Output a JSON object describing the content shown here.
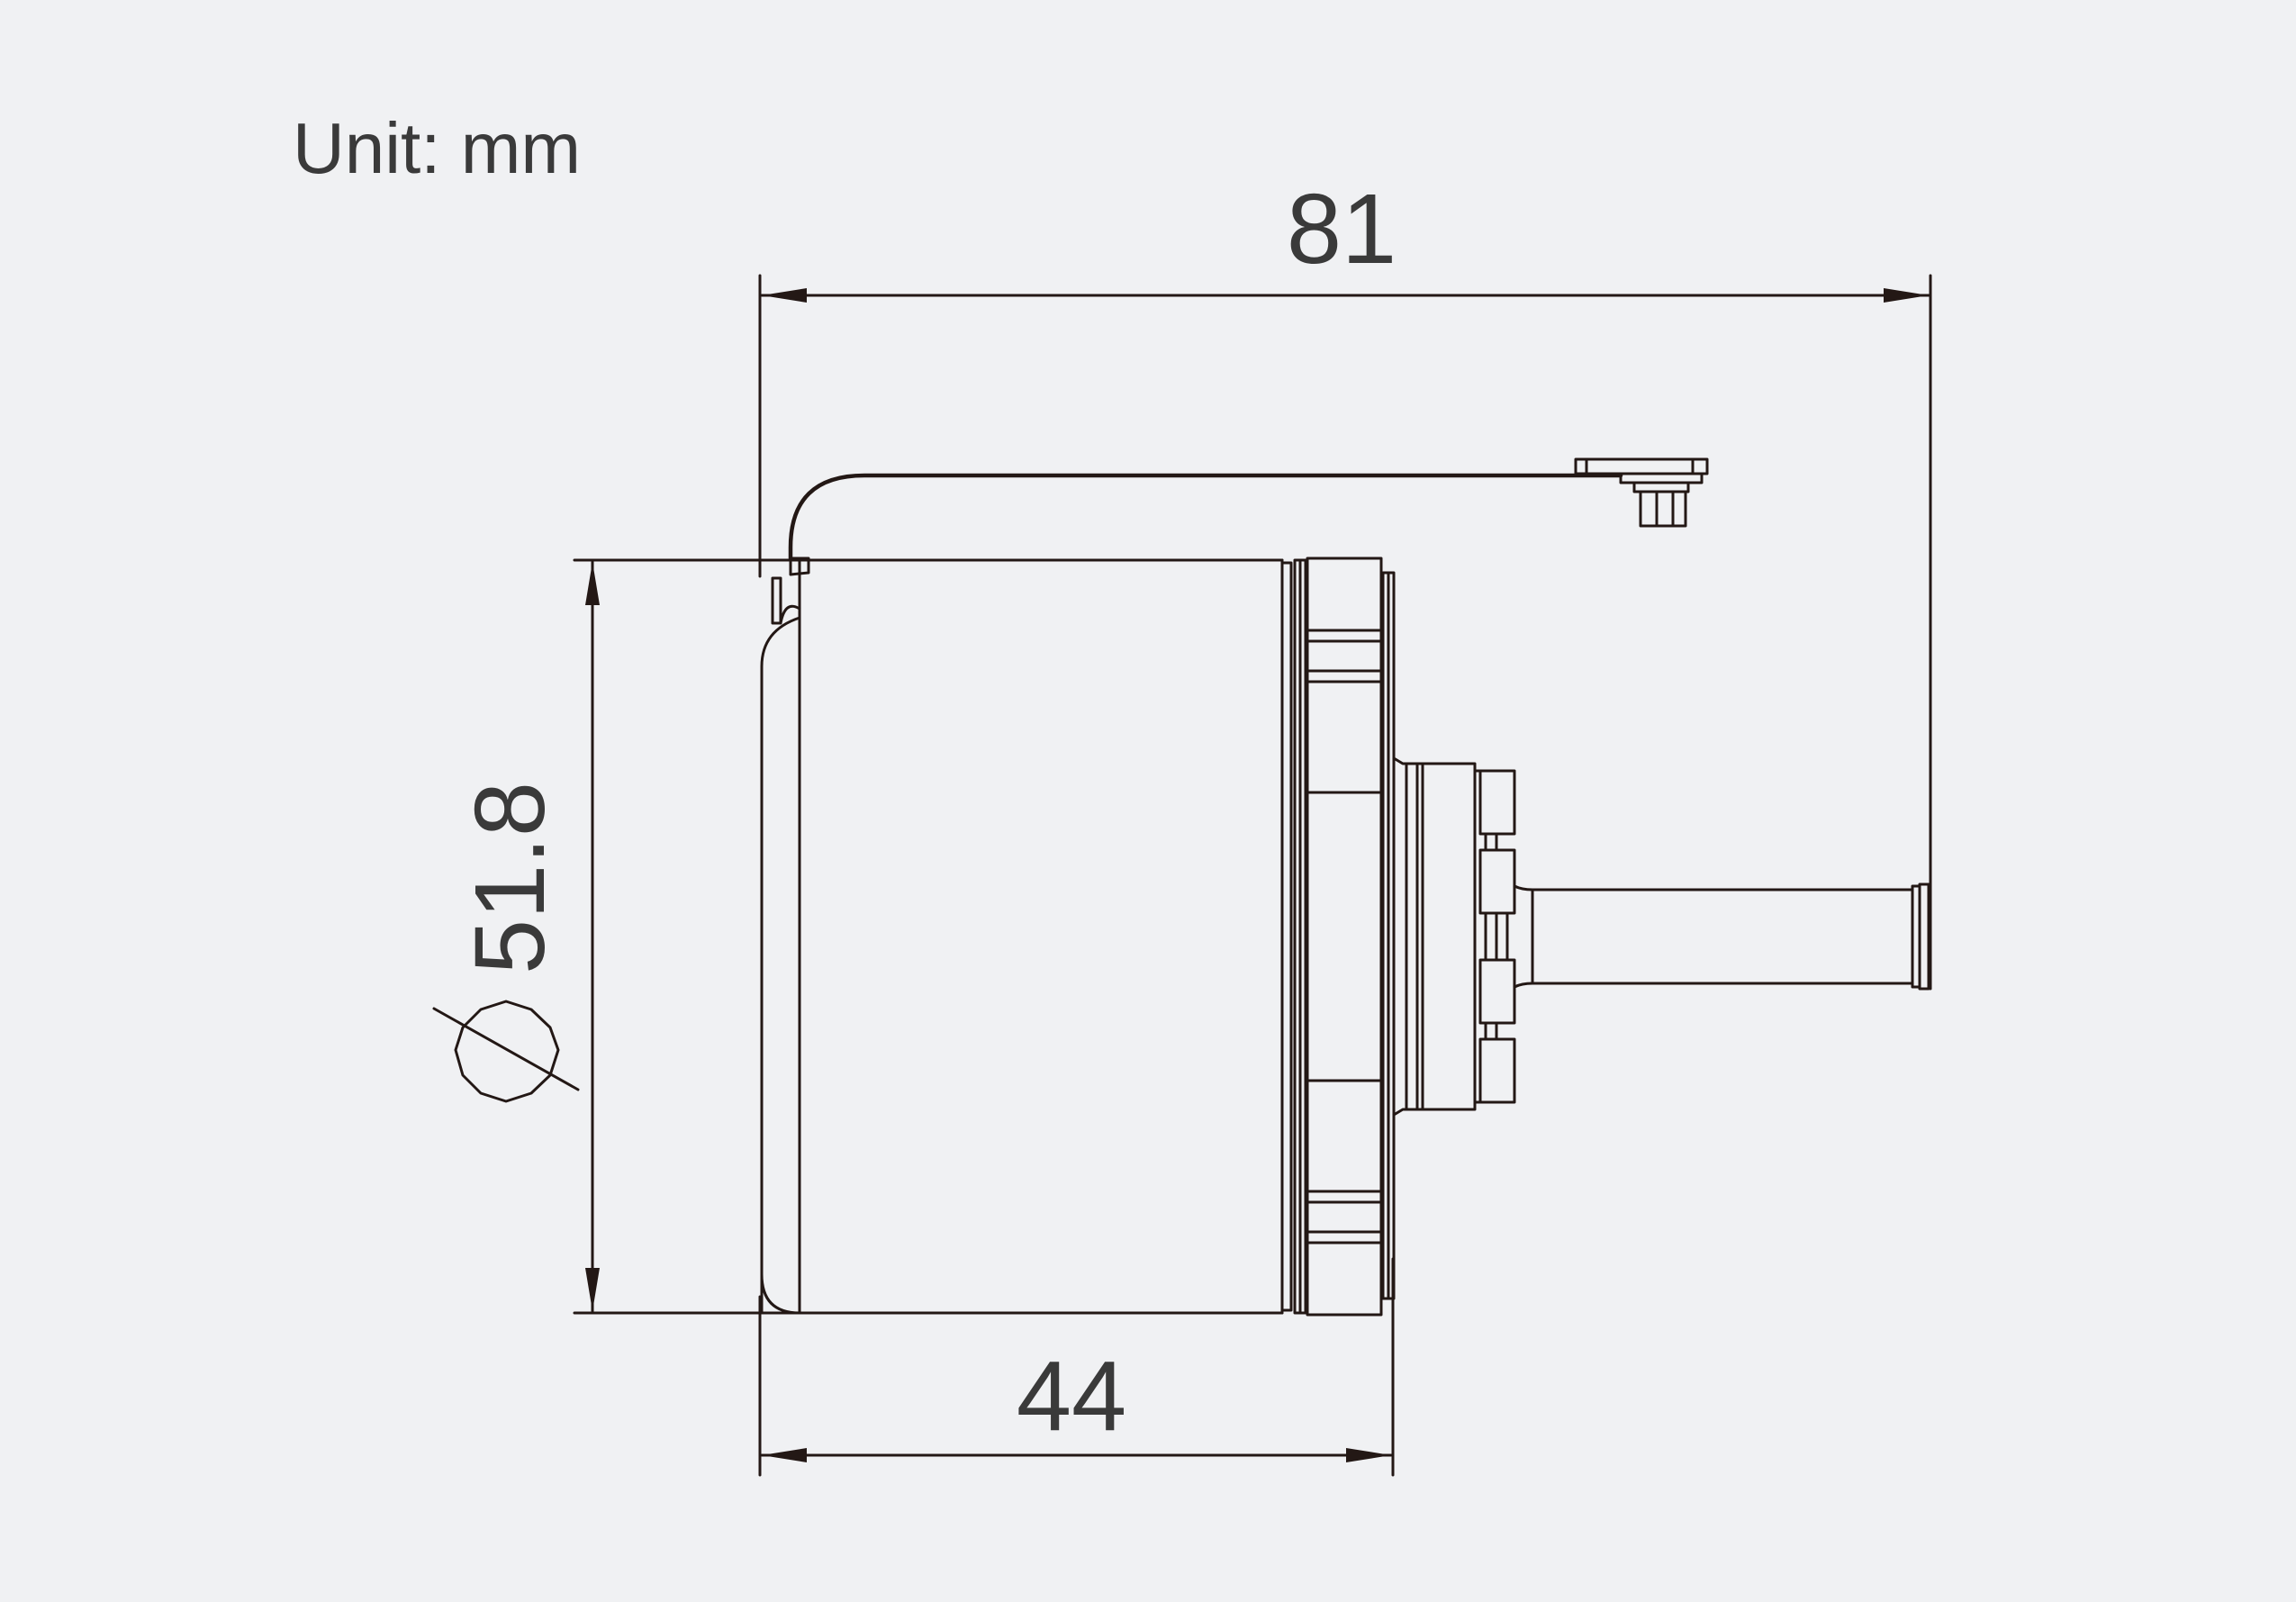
{
  "unit_label": "Unit: mm",
  "dimensions": {
    "overall_length": "81",
    "body_length": "44",
    "diameter": "51.8"
  },
  "diameter_symbol": "ϕ",
  "colors": {
    "background": "#f0f1f3",
    "line": "#231815",
    "text": "#3a3a3a"
  }
}
